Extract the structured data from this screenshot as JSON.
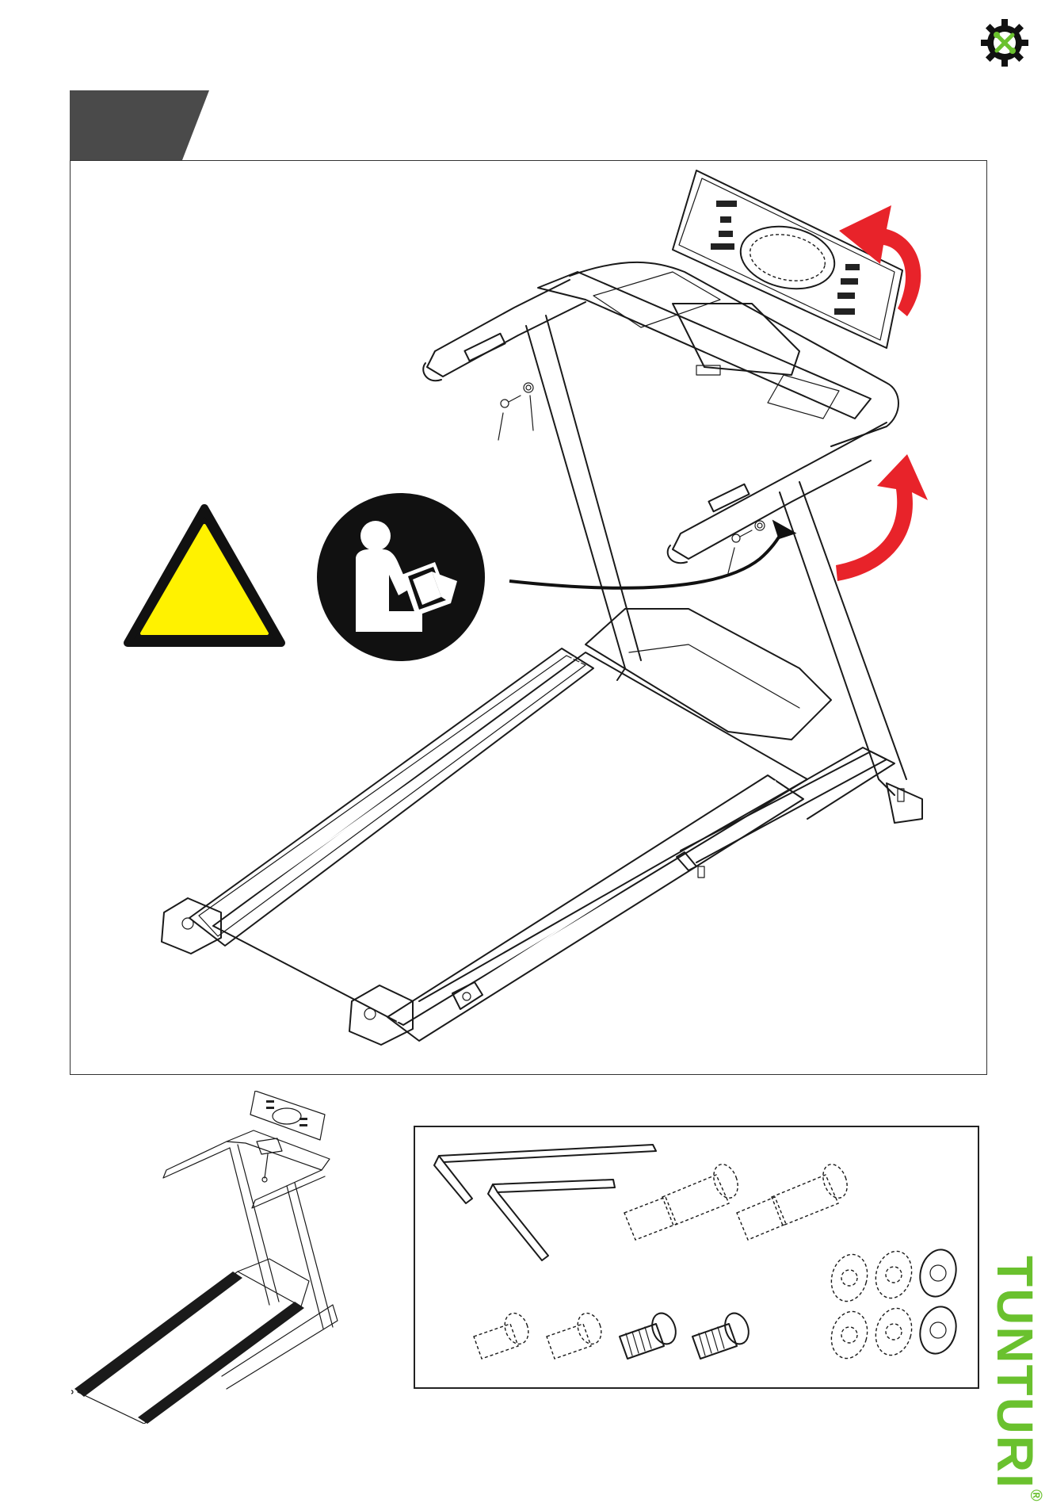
{
  "header": {
    "tool_icon": "tools-gear-icon"
  },
  "step_tab": {
    "color": "#4a4a4a"
  },
  "main_illustration": {
    "subject": "treadmill",
    "callouts": [
      "warning-triangle-icon",
      "read-manual-icon"
    ],
    "arrows_color": "#e8232a",
    "warning_color": "#fff200"
  },
  "parts_box": {
    "items": [
      "allen-key-long",
      "allen-key-short",
      "long-bolt",
      "long-bolt",
      "short-bolt",
      "short-bolt",
      "short-bolt",
      "short-bolt",
      "washer",
      "washer",
      "washer",
      "washer",
      "washer",
      "washer"
    ]
  },
  "brand": {
    "name": "TUNTURI",
    "registered": "®",
    "color": "#6ac12e"
  },
  "footer": {
    "note": ""
  }
}
